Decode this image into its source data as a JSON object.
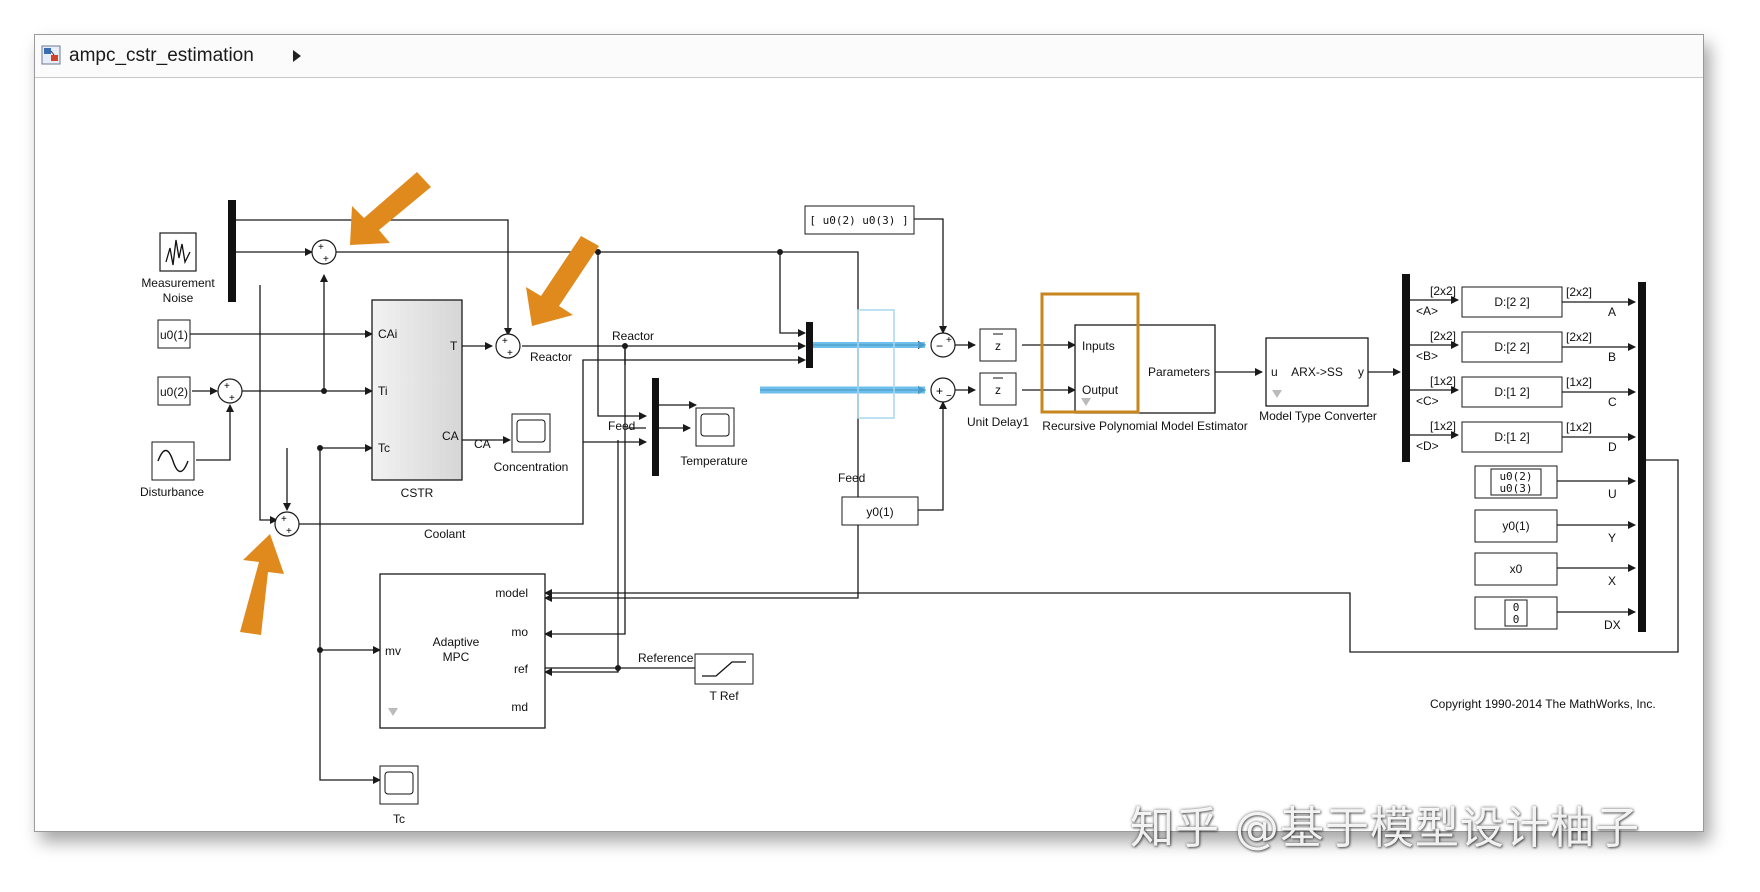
{
  "toolbar": {
    "breadcrumb": "ampc_cstr_estimation",
    "icon": "simulink-model-icon"
  },
  "blocks": {
    "measurement_noise": "Measurement\nNoise",
    "u0_1": "u0(1)",
    "u0_2": "u0(2)",
    "disturbance": "Disturbance",
    "cstr": "CSTR",
    "cstr_ports": [
      "CAi",
      "Ti",
      "Tc",
      "T",
      "CA"
    ],
    "concentration": "Concentration",
    "temperature": "Temperature",
    "adaptive_mpc": "Adaptive\nMPC",
    "mpc_ports": [
      "model",
      "mo",
      "ref",
      "md",
      "mv"
    ],
    "t_ref": "T Ref",
    "tc_scope": "Tc",
    "const_vec": "[ u0(2)  u0(3) ]",
    "y0_1": "y0(1)",
    "unit_delay_symbol": "z",
    "unit_delay": "Unit Delay1",
    "estimator": "Recursive Polynomial Model Estimator",
    "estimator_ports": [
      "Inputs",
      "Output",
      "Parameters"
    ],
    "converter": "Model Type Converter",
    "converter_text": "ARX->SS",
    "converter_ports": [
      "u",
      "y"
    ],
    "selectors": [
      {
        "in": "[2x2]",
        "sig": "<A>",
        "body": "D:[2 2]",
        "out": "[2x2]",
        "name": "A"
      },
      {
        "in": "[2x2]",
        "sig": "<B>",
        "body": "D:[2 2]",
        "out": "[2x2]",
        "name": "B"
      },
      {
        "in": "[1x2]",
        "sig": "<C>",
        "body": "D:[1 2]",
        "out": "[1x2]",
        "name": "C"
      },
      {
        "in": "[1x2]",
        "sig": "<D>",
        "body": "D:[1 2]",
        "out": "[1x2]",
        "name": "D"
      }
    ],
    "bus_inputs": [
      {
        "body": "u0(2)\nu0(3)",
        "name": "U"
      },
      {
        "body": "y0(1)",
        "name": "Y"
      },
      {
        "body": "x0",
        "name": "X"
      },
      {
        "body": "0\n0",
        "name": "DX"
      }
    ]
  },
  "signals": {
    "reactor_sum": "Reactor",
    "reactor_line": "Reactor",
    "feed_1": "Feed",
    "feed_2": "Feed",
    "coolant": "Coolant",
    "ca": "CA",
    "reference": "Reference"
  },
  "copyright": "Copyright 1990-2014 The MathWorks, Inc.",
  "watermark": "知乎 @基于模型设计柚子",
  "colors": {
    "annotation_arrow": "#e08a1e",
    "highlight_box": "#c8861e",
    "highlight_signal": "#56b4e9",
    "line": "#1a1a1a"
  }
}
